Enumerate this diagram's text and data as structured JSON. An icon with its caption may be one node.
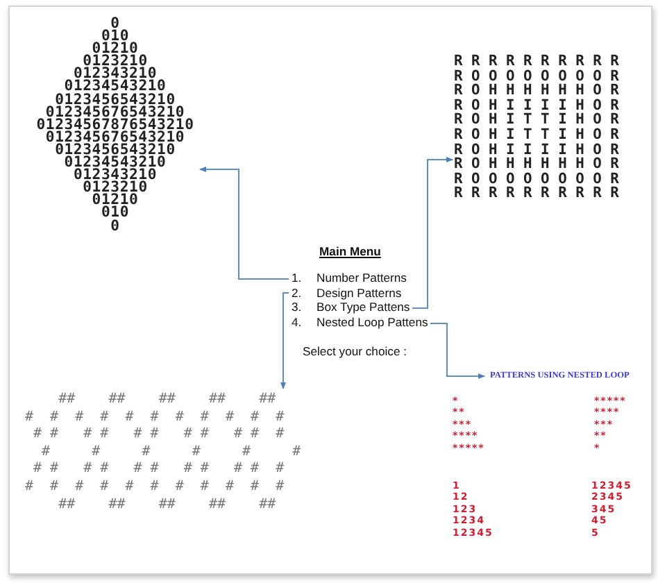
{
  "diagram": {
    "nodes": [
      {
        "text": [
          "0",
          "010",
          "01210",
          "0123210",
          "012343210",
          "01234543210",
          "0123456543210",
          "012345676543210",
          "01234567876543210",
          "012345676543210",
          "0123456543210",
          "01234543210",
          "012343210",
          "0123210",
          "01210",
          "010",
          "0"
        ]
      },
      {
        "text": [
          "R R R R R R R R R R",
          "R O O O O O O O O R",
          "R O H H H H H H O R",
          "R O H I I I I H O R",
          "R O H I T T I H O R",
          "R O H I T T I H O R",
          "R O H I I I I H O R",
          "R O H H H H H H O R",
          "R O O O O O O O O R",
          "R R R R R R R R R R"
        ]
      },
      {
        "text": [
          "Main Menu",
          "Select your choice :"
        ]
      },
      {
        "text": [
          "1.",
          "Number Patterns"
        ],
        "in": 2
      },
      {
        "text": [
          "2.",
          "Design Patterns"
        ],
        "in": 2
      },
      {
        "text": [
          "3.",
          "Box Type Pattens"
        ],
        "in": 2
      },
      {
        "text": [
          "4.",
          "Nested Loop Pattens"
        ],
        "in": 2
      },
      {
        "text": [
          "    ##    ##    ##    ##    ##",
          "#  #  #  #  #  #  #  #  #  #  #",
          " # #   # #   # #   # #   # #  #",
          "  #     #     #     #     #     #",
          " # #   # #   # #   # #   # #  #",
          "#  #  #  #  #  #  #  #  #  #  #",
          "    ##    ##    ##    ##    ##"
        ]
      },
      {
        "text": [
          "PATTERNS USING NESTED LOOP"
        ]
      },
      {
        "text": [
          "*",
          "**",
          "***",
          "****",
          "*****"
        ],
        "in": 8
      },
      {
        "text": [
          "*****",
          "****",
          "***",
          "**",
          "*"
        ],
        "in": 8
      },
      {
        "text": [
          "1",
          "12",
          "123",
          "1234",
          "12345"
        ],
        "in": 8
      },
      {
        "text": [
          "12345",
          "2345",
          "345",
          "45",
          "5"
        ],
        "in": 8
      }
    ],
    "edges": [
      {
        "from": 3,
        "to": 0,
        "arrow": "to"
      },
      {
        "from": 5,
        "to": 1,
        "arrow": "to"
      },
      {
        "from": 4,
        "to": 7,
        "arrow": "to"
      },
      {
        "from": 6,
        "to": 8,
        "arrow": "to"
      }
    ]
  }
}
